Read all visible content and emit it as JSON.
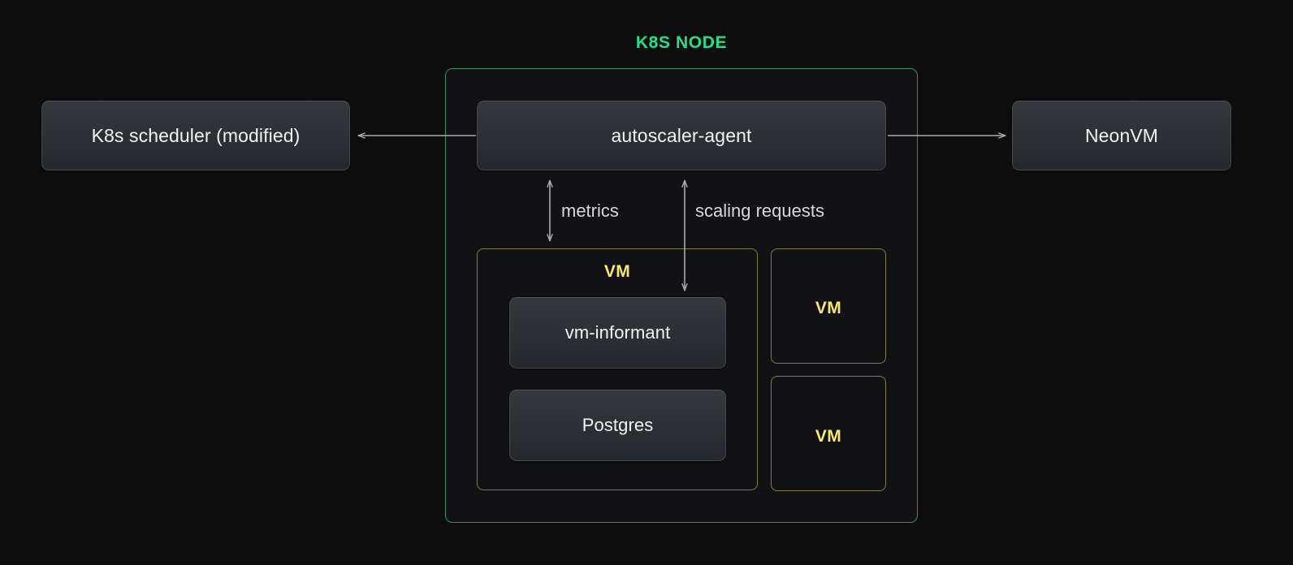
{
  "diagram": {
    "title": "K8S NODE",
    "background_color": "#0d0d0e",
    "accent_green": "#22e08a",
    "accent_yellow": "#f2ea6e",
    "node_border_color": "#2f8f63",
    "vm_border_color": "#807f38",
    "arrow_color": "#a8abad"
  },
  "external": {
    "scheduler_label": "K8s scheduler (modified)",
    "neonvm_label": "NeonVM"
  },
  "node": {
    "agent_label": "autoscaler-agent",
    "primary_vm": {
      "label": "VM",
      "components": [
        {
          "label": "vm-informant"
        },
        {
          "label": "Postgres"
        }
      ]
    },
    "other_vms": [
      {
        "label": "VM"
      },
      {
        "label": "VM"
      }
    ]
  },
  "edges": {
    "metrics_label": "metrics",
    "scaling_label": "scaling requests"
  }
}
